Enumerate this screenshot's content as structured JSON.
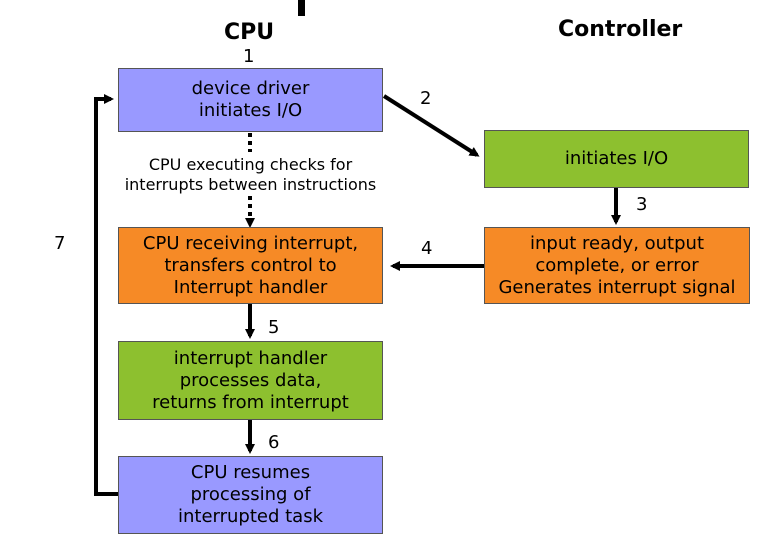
{
  "headers": {
    "cpu": "CPU",
    "controller": "Controller"
  },
  "steps": [
    "1",
    "2",
    "3",
    "4",
    "5",
    "6",
    "7"
  ],
  "boxes": {
    "driver": "device driver\ninitiates I/O",
    "ctrl_init": "initiates I/O",
    "receive": "CPU receiving interrupt,\ntransfers control to\nInterrupt handler",
    "ready": "input ready, output\ncomplete, or error\nGenerates interrupt signal",
    "handler": "interrupt handler\nprocesses data,\nreturns from interrupt",
    "resume": "CPU resumes\nprocessing of\ninterrupted task"
  },
  "note": "CPU executing checks for\ninterrupts between instructions",
  "colors": {
    "blue": "#9999ff",
    "green": "#8dc02f",
    "orange": "#f68a26",
    "arrow": "#000000"
  }
}
